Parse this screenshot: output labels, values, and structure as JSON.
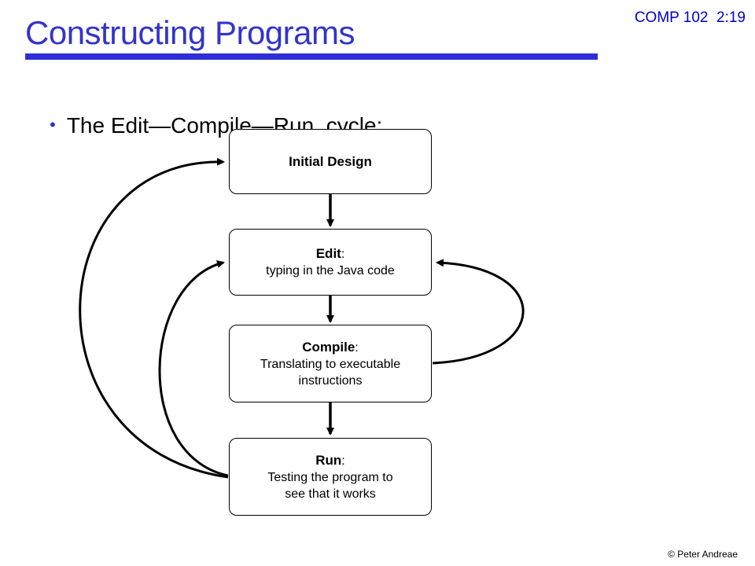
{
  "slide": {
    "course_label": "COMP 102  2:19",
    "title": "Constructing Programs",
    "bullet": "The Edit—Compile—Run  cycle:",
    "footer": "© Peter Andreae"
  },
  "diagram": {
    "nodes": [
      {
        "id": "design",
        "title": "Initial Design",
        "desc_lines": []
      },
      {
        "id": "edit",
        "title": "Edit",
        "suffix": ":",
        "desc_lines": [
          "typing in the Java code"
        ]
      },
      {
        "id": "compile",
        "title": "Compile",
        "suffix": ":",
        "desc_lines": [
          "Translating to executable",
          "instructions"
        ]
      },
      {
        "id": "run",
        "title": "Run",
        "suffix": ":",
        "desc_lines": [
          "Testing the program to",
          "see that it works"
        ]
      }
    ],
    "edges": [
      {
        "from": "design",
        "to": "edit"
      },
      {
        "from": "edit",
        "to": "compile"
      },
      {
        "from": "compile",
        "to": "run"
      },
      {
        "from": "compile",
        "to": "edit"
      },
      {
        "from": "run",
        "to": "edit"
      },
      {
        "from": "run",
        "to": "design"
      }
    ],
    "colors": {
      "title": "#3333cc",
      "rule": "#2f2fd6",
      "course_label": "#0000cc",
      "lines": "#000000"
    }
  }
}
